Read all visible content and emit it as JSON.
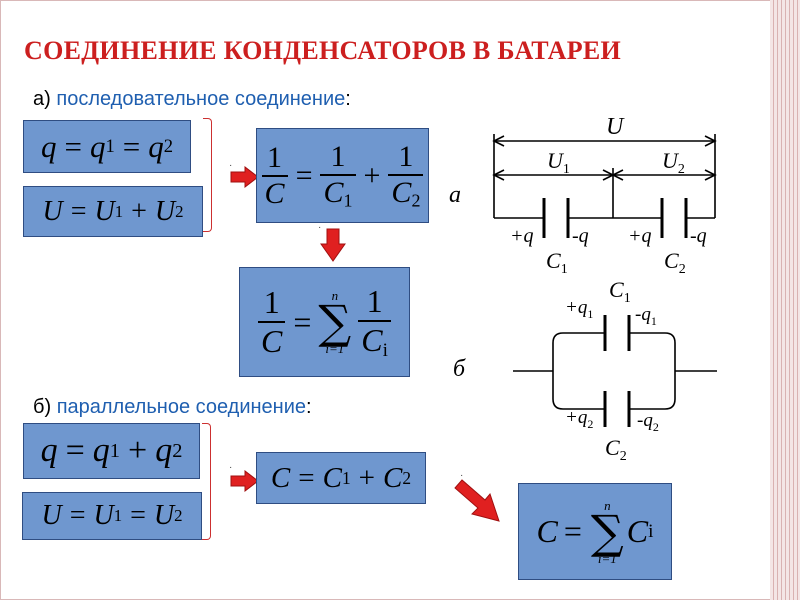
{
  "title": "СОЕДИНЕНИЕ КОНДЕНСАТОРОВ В БАТАРЕИ",
  "series": {
    "marker": "а)",
    "text": "последовательное соединение",
    "colon": ":",
    "eq_q": {
      "lhs": "q",
      "op1": "=",
      "t1": "q",
      "t1_sub": "1",
      "op2": "=",
      "t2": "q",
      "t2_sub": "2"
    },
    "eq_u": {
      "lhs": "U",
      "op1": "=",
      "t1": "U",
      "t1_sub": "1",
      "op2": "+",
      "t2": "U",
      "t2_sub": "2"
    },
    "eq_inv": {
      "num": "1",
      "lhs_den": "C",
      "op1": "=",
      "t1_den": "C",
      "t1_sub": "1",
      "op2": "+",
      "t2_den": "C",
      "t2_sub": "2"
    },
    "eq_sum": {
      "num": "1",
      "lhs_den": "C",
      "op": "=",
      "upper": "n",
      "lower": "i=1",
      "term_den": "C",
      "term_sub": "i"
    },
    "diagram_label": "a",
    "diagram": {
      "total": "U",
      "u1": "U",
      "u1_sub": "1",
      "u2": "U",
      "u2_sub": "2",
      "c1_plus": "+q",
      "c1_minus": "-q",
      "c1": "C",
      "c1_sub": "1",
      "c2_plus": "+q",
      "c2_minus": "-q",
      "c2": "C",
      "c2_sub": "2"
    }
  },
  "parallel": {
    "marker": "б)",
    "text": "параллельное соединение",
    "colon": ":",
    "eq_q": {
      "lhs": "q",
      "op1": "=",
      "t1": "q",
      "t1_sub": "1",
      "op2": "+",
      "t2": "q",
      "t2_sub": "2"
    },
    "eq_u": {
      "lhs": "U",
      "op1": "=",
      "t1": "U",
      "t1_sub": "1",
      "op2": "=",
      "t2": "U",
      "t2_sub": "2"
    },
    "eq_c": {
      "lhs": "C",
      "op1": "=",
      "t1": "C",
      "t1_sub": "1",
      "op2": "+",
      "t2": "C",
      "t2_sub": "2"
    },
    "eq_sum": {
      "lhs": "C",
      "op": "=",
      "upper": "n",
      "lower": "i=1",
      "term": "C",
      "term_sub": "i"
    },
    "diagram_label": "б",
    "diagram": {
      "c1": "C",
      "c1_sub": "1",
      "q1_plus": "+q",
      "q1_plus_sub": "1",
      "q1_minus": "-q",
      "q1_minus_sub": "1",
      "c2": "C",
      "c2_sub": "2",
      "q2_plus": "+q",
      "q2_plus_sub": "2",
      "q2_minus": "-q",
      "q2_minus_sub": "2"
    }
  },
  "colors": {
    "title": "#cc1f1f",
    "box_fill": "#6f97cf",
    "box_border": "#2f4d82",
    "arrow": "#e02020",
    "subhead_blue": "#1f5fb0"
  }
}
